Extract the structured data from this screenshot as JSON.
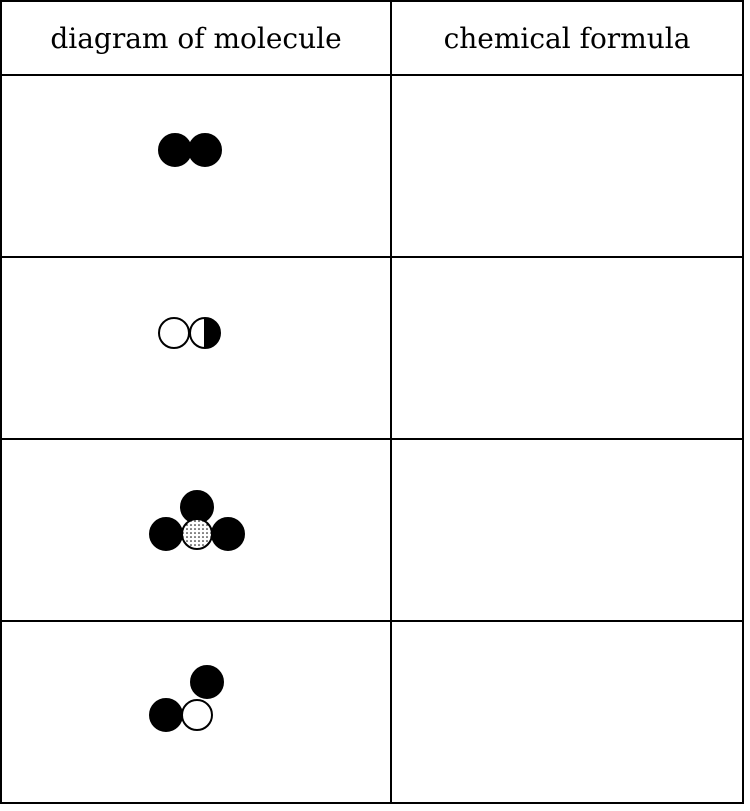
{
  "table": {
    "headers": [
      "diagram of molecule",
      "chemical formula"
    ],
    "rows": [
      {
        "diagram": {
          "atoms": [
            {
              "fill": "black"
            },
            {
              "fill": "black"
            }
          ]
        },
        "formula": ""
      },
      {
        "diagram": {
          "atoms": [
            {
              "fill": "white"
            },
            {
              "fill": "half"
            }
          ]
        },
        "formula": ""
      },
      {
        "diagram": {
          "atoms": [
            {
              "fill": "black"
            },
            {
              "fill": "dotted"
            },
            {
              "fill": "black"
            },
            {
              "fill": "black"
            }
          ]
        },
        "formula": ""
      },
      {
        "diagram": {
          "atoms": [
            {
              "fill": "black"
            },
            {
              "fill": "white"
            },
            {
              "fill": "black"
            }
          ]
        },
        "formula": ""
      }
    ]
  },
  "colors": {
    "line": "#000000",
    "background": "#ffffff"
  }
}
